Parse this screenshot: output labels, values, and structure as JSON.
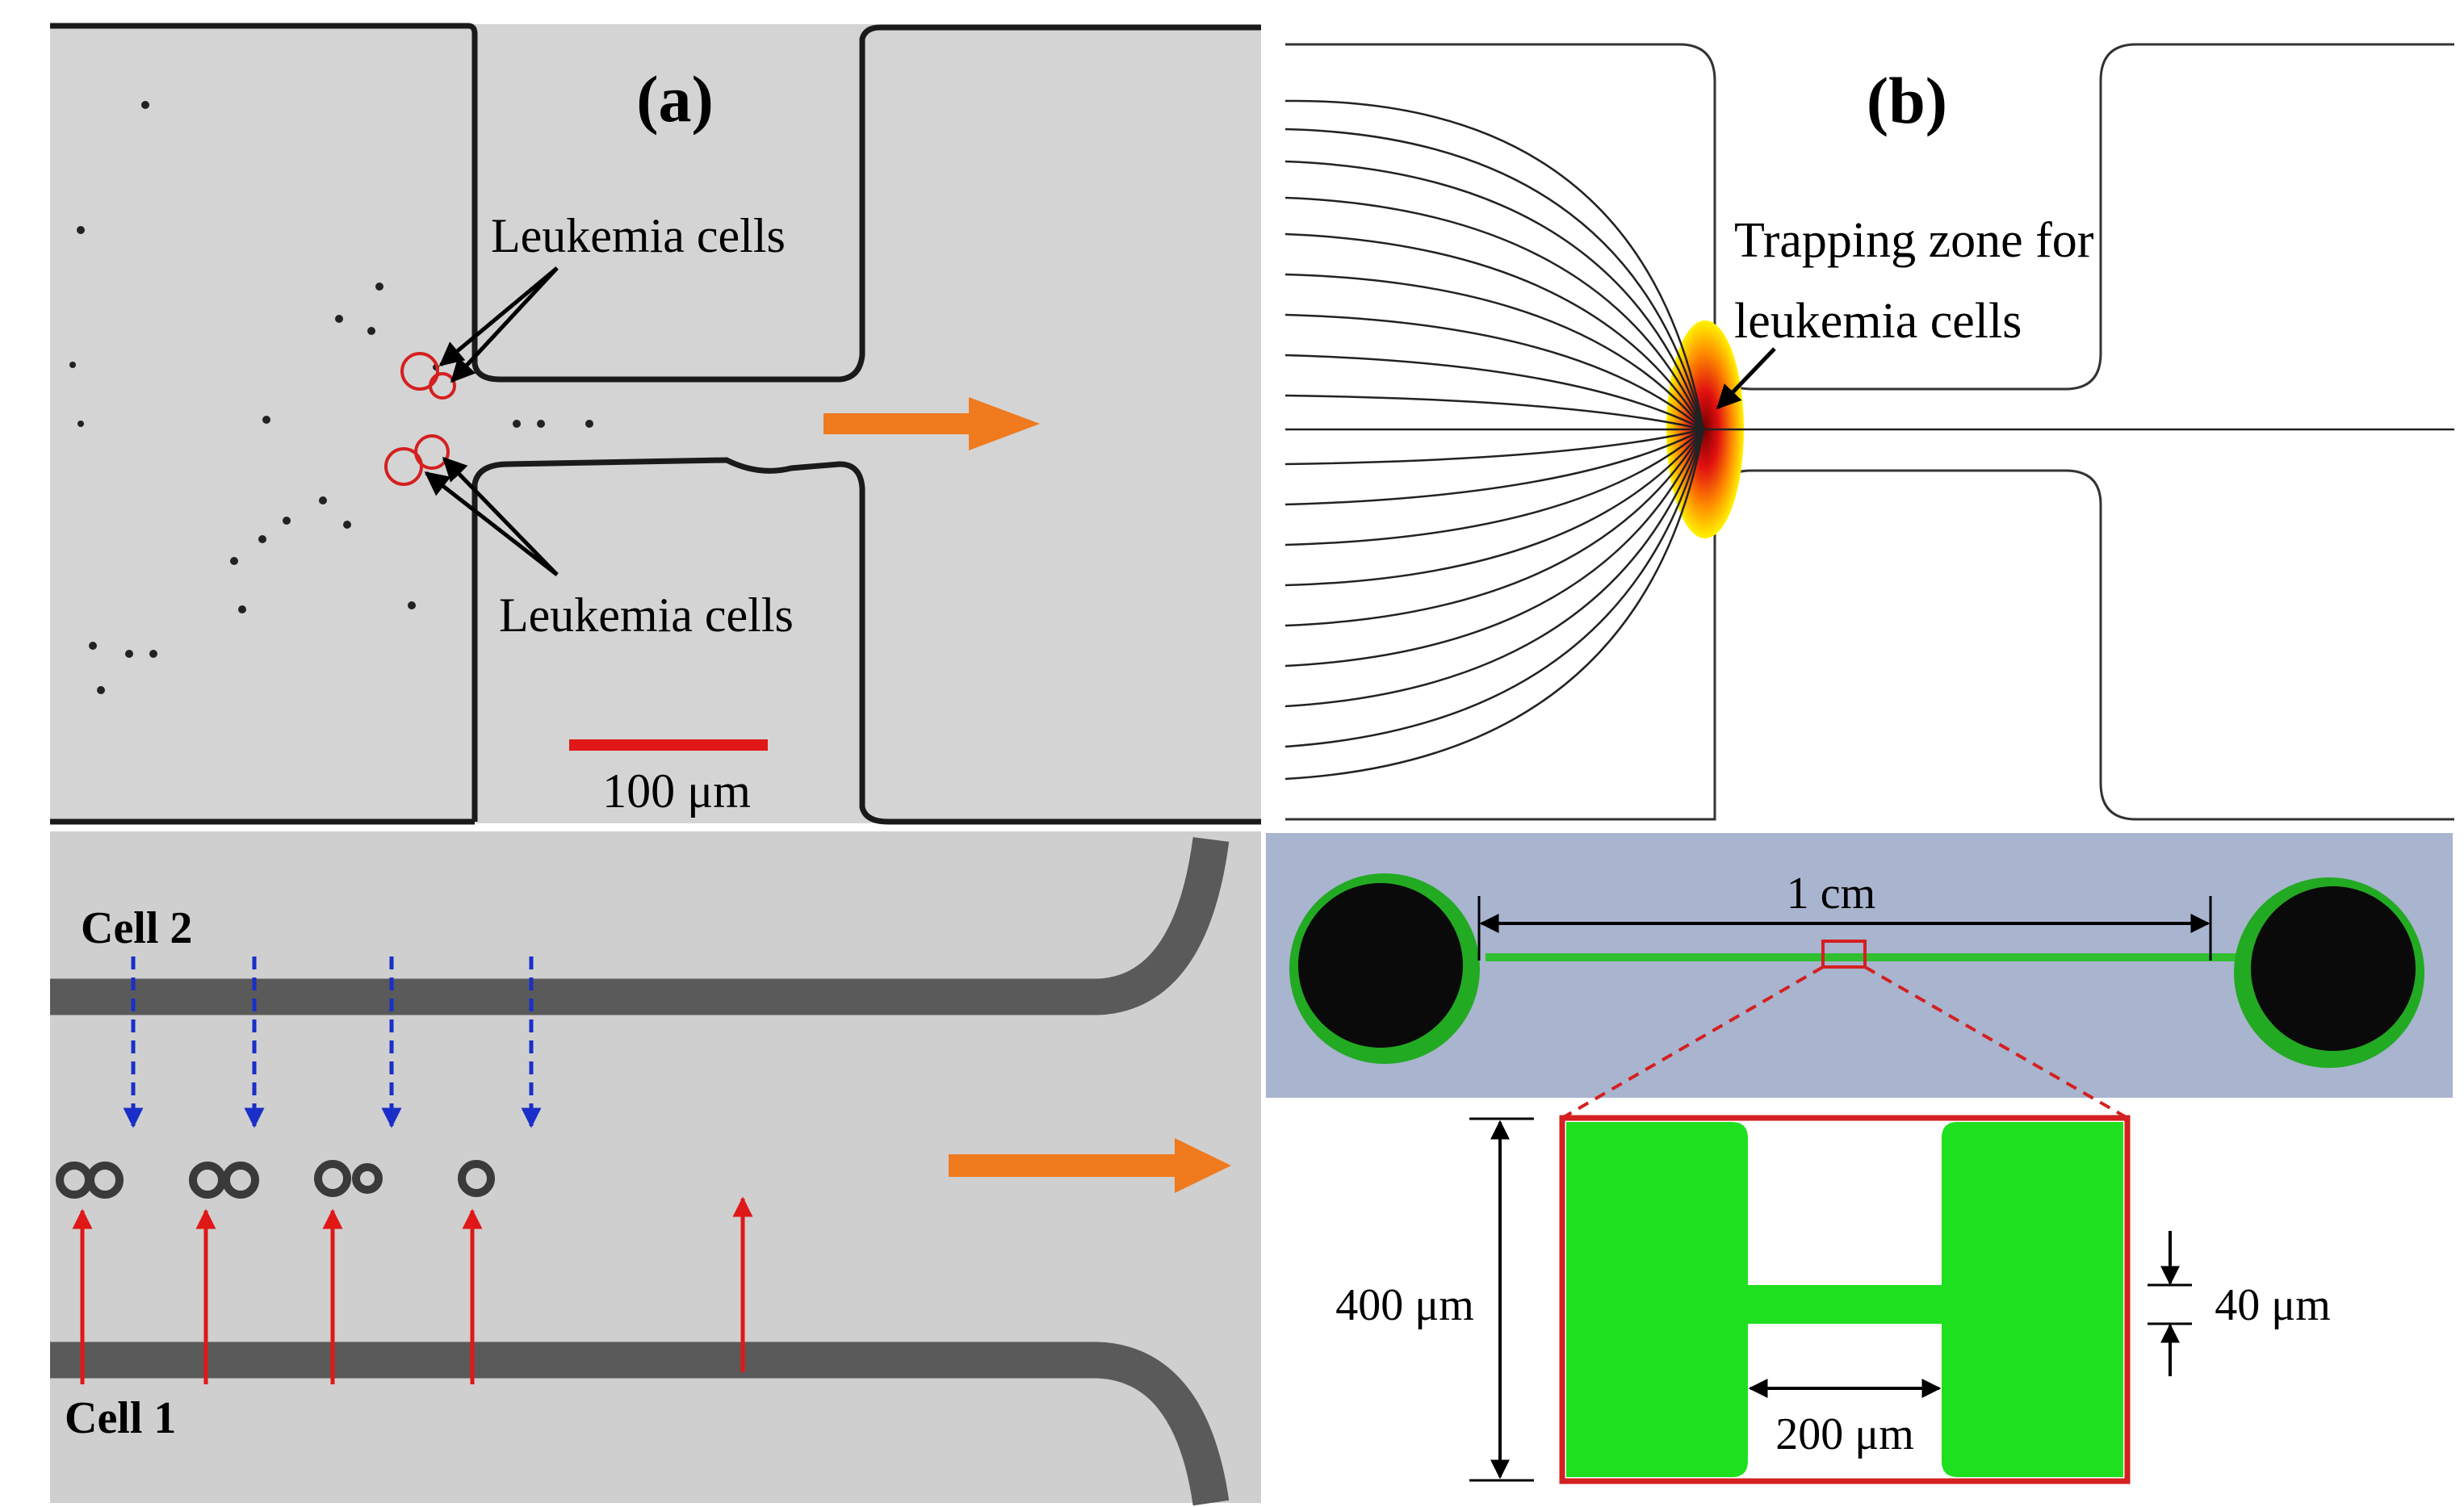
{
  "panel_a": {
    "label": "(a)",
    "cells_label_top": "Leukemia cells",
    "cells_label_bottom": "Leukemia cells",
    "scale_bar_label": "100 μm"
  },
  "panel_b": {
    "label": "(b)",
    "trap_label_line1": "Trapping zone for",
    "trap_label_line2": "leukemia cells"
  },
  "panel_c": {
    "cell2_label": "Cell 2",
    "cell1_label": "Cell 1"
  },
  "panel_d": {
    "length_label": "1 cm",
    "height_label": "400 μm",
    "gap_label": "40 μm",
    "width_label": "200 μm"
  },
  "colors": {
    "flow_arrow": "#f07a1e",
    "cell_circle": "#d42020",
    "channel_green": "#1ee01e",
    "outline_red": "#d42020",
    "blue_arrow": "#1a2fc8",
    "red_arrow": "#e01818"
  }
}
